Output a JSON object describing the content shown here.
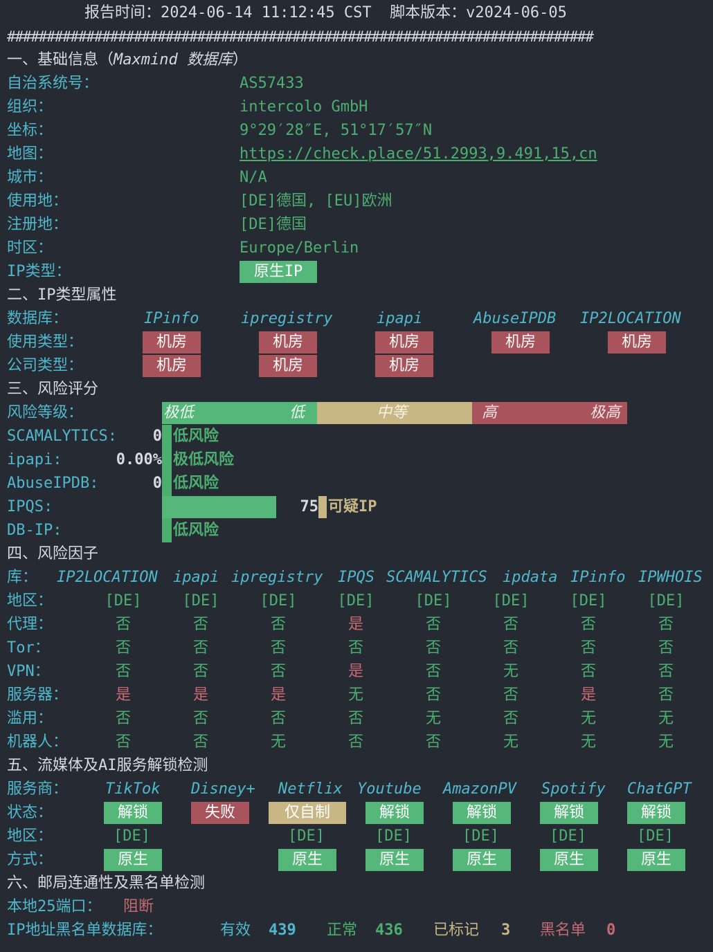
{
  "header": {
    "report_time": "报告时间：2024-06-14 11:12:45 CST  脚本版本：v2024-06-05",
    "divider": "##########################################################################"
  },
  "s1": {
    "title": "一、基础信息（",
    "title_em": "Maxmind 数据库",
    "title_end": "）",
    "rows": [
      {
        "label": "自治系统号：",
        "value": "AS57433"
      },
      {
        "label": "组织：",
        "value": "intercolo GmbH"
      },
      {
        "label": "坐标：",
        "value": "9°29′28″E, 51°17′57″N"
      },
      {
        "label": "地图：",
        "value": "https://check.place/51.2993,9.491,15,cn"
      },
      {
        "label": "城市：",
        "value": "N/A"
      },
      {
        "label": "使用地：",
        "value": "[DE]德国, [EU]欧洲"
      },
      {
        "label": "注册地：",
        "value": "[DE]德国"
      },
      {
        "label": "时区：",
        "value": "Europe/Berlin"
      }
    ],
    "iptype_label": "IP类型：",
    "iptype_value": "原生IP"
  },
  "s2": {
    "title": "二、IP类型属性",
    "db_label": "数据库：",
    "dbs": [
      "IPinfo",
      "ipregistry",
      "ipapi",
      "AbuseIPDB",
      "IP2LOCATION"
    ],
    "usage_label": "使用类型：",
    "usage": [
      "机房",
      "机房",
      "机房",
      "机房",
      "机房"
    ],
    "company_label": "公司类型：",
    "company": [
      "机房",
      "机房",
      "机房"
    ]
  },
  "s3": {
    "title": "三、风险评分",
    "level_label": "风险等级：",
    "levels": {
      "very_low": "极低",
      "low": "低",
      "mid": "中等",
      "high": "高",
      "very_high": "极高"
    },
    "rows": [
      {
        "label": "SCAMALYTICS:",
        "score": "0",
        "text": "低风险"
      },
      {
        "label": "ipapi:",
        "score": "0.00%",
        "text": "极低风险"
      },
      {
        "label": "AbuseIPDB:",
        "score": "0",
        "text": "低风险"
      },
      {
        "label": "IPQS:",
        "score": "75",
        "text": "可疑IP"
      },
      {
        "label": "DB-IP:",
        "score": "",
        "text": "低风险"
      }
    ],
    "ipqs_fill": 0.75
  },
  "s4": {
    "title": "四、风险因子",
    "lib_label": "库：",
    "libs": [
      "IP2LOCATION",
      "ipapi",
      "ipregistry",
      "IPQS",
      "SCAMALYTICS",
      "ipdata",
      "IPinfo",
      "IPWHOIS"
    ],
    "rows": [
      {
        "label": "地区：",
        "vals": [
          "[DE]",
          "[DE]",
          "[DE]",
          "[DE]",
          "[DE]",
          "[DE]",
          "[DE]",
          "[DE]"
        ]
      },
      {
        "label": "代理：",
        "vals": [
          "否",
          "否",
          "否",
          "是",
          "否",
          "否",
          "否",
          "否"
        ]
      },
      {
        "label": "Tor：",
        "vals": [
          "否",
          "否",
          "否",
          "否",
          "否",
          "否",
          "否",
          "否"
        ]
      },
      {
        "label": "VPN：",
        "vals": [
          "否",
          "否",
          "否",
          "是",
          "否",
          "无",
          "否",
          "否"
        ]
      },
      {
        "label": "服务器：",
        "vals": [
          "是",
          "是",
          "是",
          "无",
          "否",
          "否",
          "是",
          "否"
        ]
      },
      {
        "label": "滥用：",
        "vals": [
          "否",
          "否",
          "否",
          "否",
          "无",
          "否",
          "无",
          "无"
        ]
      },
      {
        "label": "机器人：",
        "vals": [
          "否",
          "否",
          "无",
          "否",
          "否",
          "无",
          "无",
          "无"
        ]
      }
    ]
  },
  "s5": {
    "title": "五、流媒体及AI服务解锁检测",
    "svc_label": "服务商：",
    "services": [
      "TikTok",
      "Disney+",
      "Netflix",
      "Youtube",
      "AmazonPV",
      "Spotify",
      "ChatGPT"
    ],
    "status_label": "状态：",
    "status": [
      "解锁",
      "失败",
      "仅自制",
      "解锁",
      "解锁",
      "解锁",
      "解锁"
    ],
    "region_label": "地区：",
    "region": [
      "[DE]",
      "",
      "[DE]",
      "[DE]",
      "[DE]",
      "[DE]",
      "[DE]"
    ],
    "method_label": "方式：",
    "method": [
      "原生",
      "",
      "原生",
      "原生",
      "原生",
      "原生",
      "原生"
    ]
  },
  "s6": {
    "title": "六、邮局连通性及黑名单检测",
    "port_label": "本地25端口：",
    "port_value": "阻断",
    "bl_label": "IP地址黑名单数据库：",
    "valid_label": "有效",
    "valid": "439",
    "normal_label": "正常",
    "normal": "436",
    "marked_label": "已标记",
    "marked": "3",
    "black_label": "黑名单",
    "black": "0"
  },
  "colors": {
    "bg": "#262a33",
    "cyan": "#4fb8cc",
    "green": "#4caf70",
    "red": "#c56a72",
    "yellow": "#c8b785"
  }
}
